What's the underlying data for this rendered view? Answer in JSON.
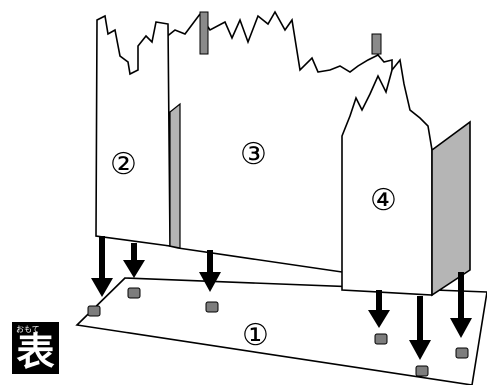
{
  "parts": {
    "base": "①",
    "left_tower": "②",
    "center_wall": "③",
    "right_building": "④"
  },
  "side_label": {
    "kanji": "表",
    "ruby": "おもて"
  },
  "colors": {
    "stroke": "#000000",
    "panel": "#ffffff",
    "shade": "#b5b5b5",
    "tab": "#8a8a8a"
  }
}
